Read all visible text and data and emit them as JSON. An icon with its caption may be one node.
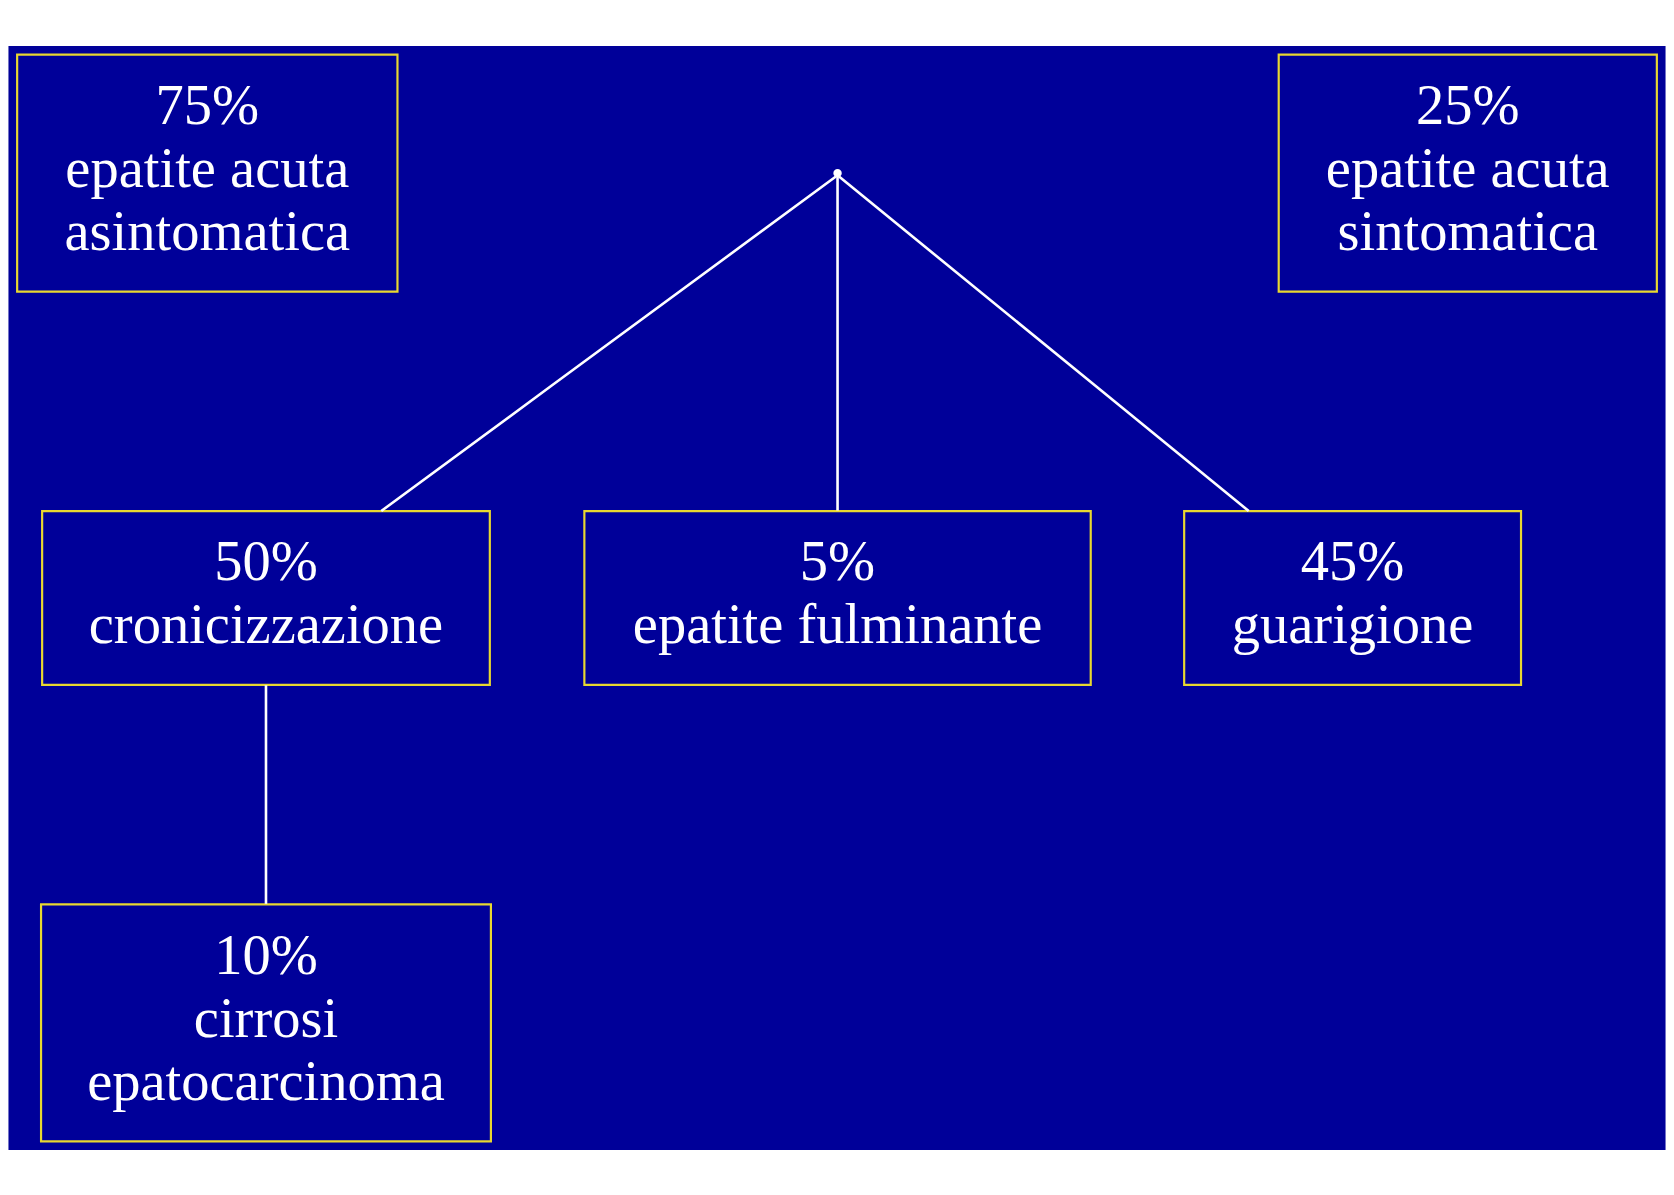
{
  "diagram": {
    "nodes": [
      {
        "text": [
          "75%",
          "epatite acuta asintomatica"
        ]
      },
      {
        "text": [],
        "shape": "point"
      },
      {
        "text": [
          "25%",
          "epatite acuta sintomatica"
        ]
      },
      {
        "text": [
          "5%",
          "epatite fulminante"
        ]
      },
      {
        "text": [
          "45%",
          "guarigione"
        ]
      },
      {
        "text": [
          "50%",
          "cronicizzazione"
        ]
      },
      {
        "text": [
          "10%",
          "cirrosi epatocarcinoma"
        ]
      }
    ],
    "edges": [
      {
        "from": 1,
        "to": 5,
        "arrow": "none"
      },
      {
        "from": 1,
        "to": 3,
        "arrow": "none"
      },
      {
        "from": 1,
        "to": 4,
        "arrow": "none"
      },
      {
        "from": 5,
        "to": 6,
        "arrow": "none"
      }
    ]
  }
}
